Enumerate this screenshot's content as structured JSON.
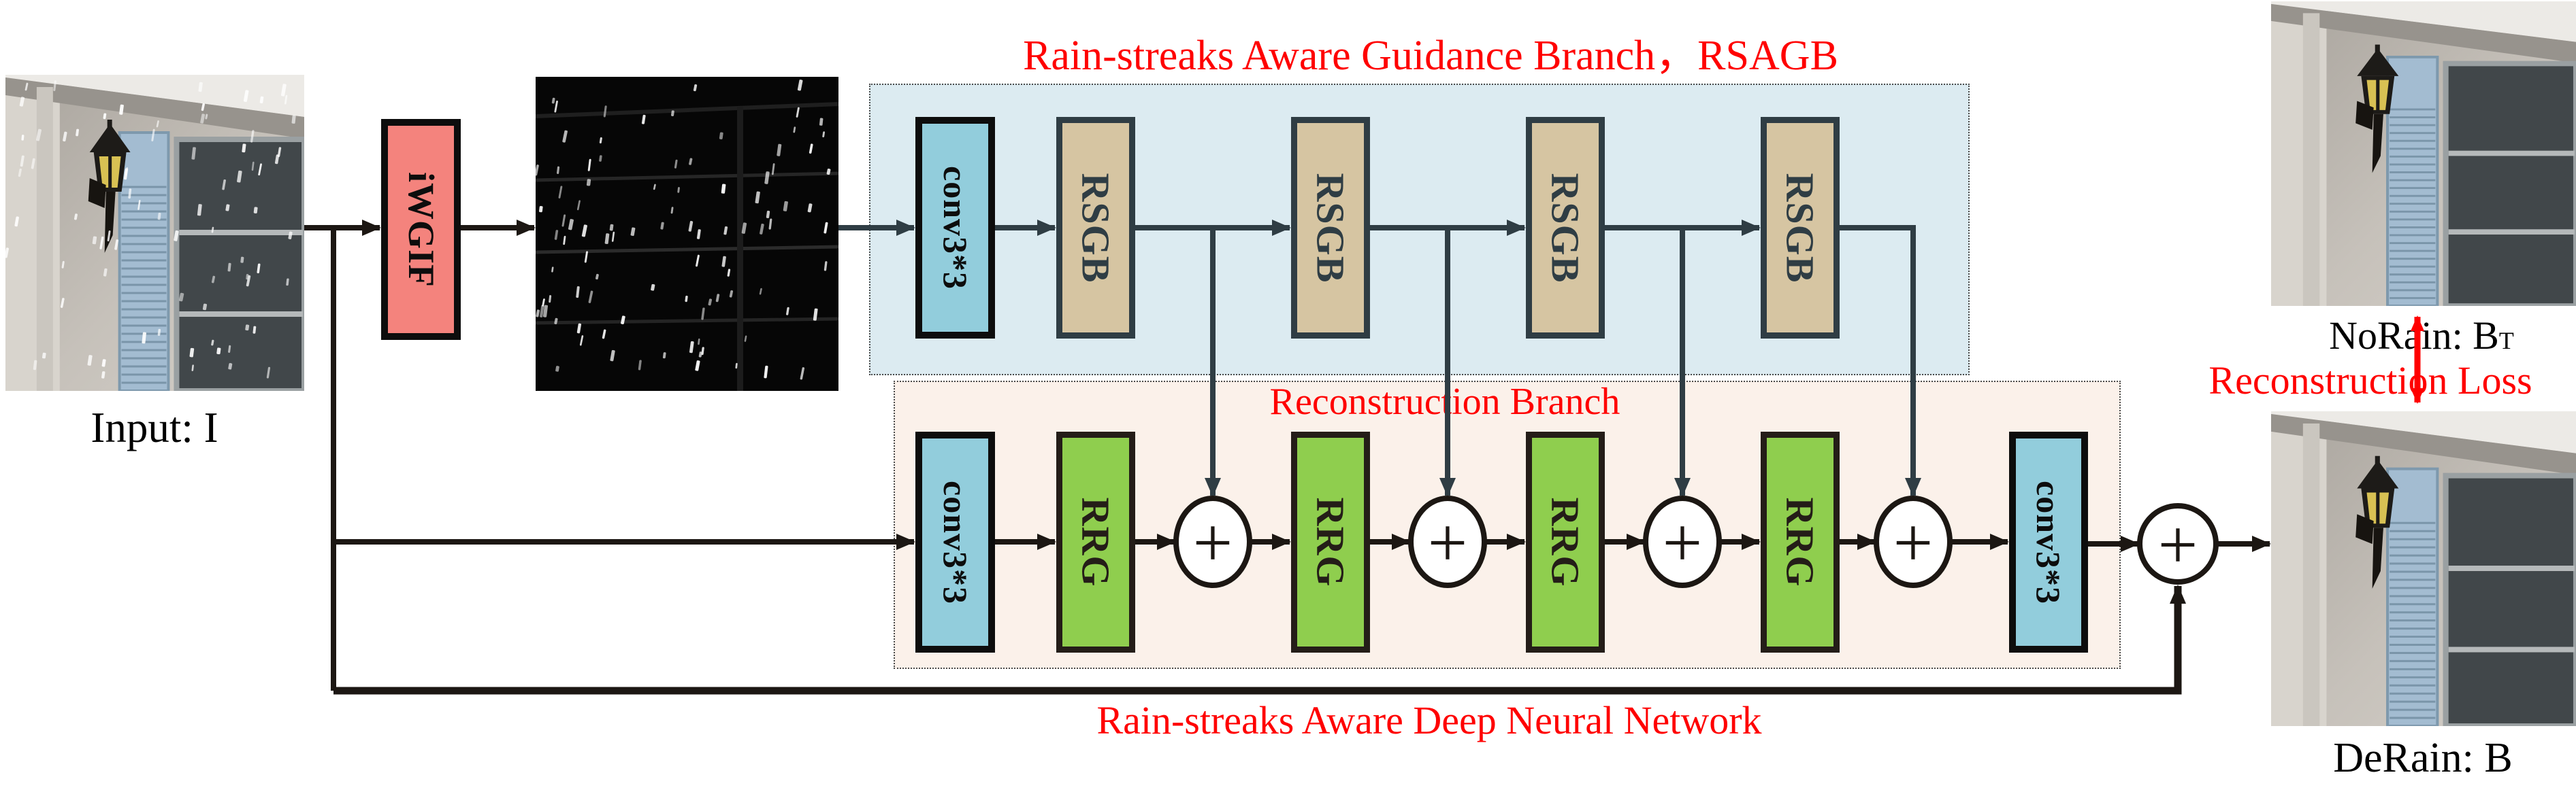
{
  "figure": {
    "titles": {
      "guidance_branch": "Rain-streaks Aware Guidance Branch，RSAGB",
      "reconstruction_branch": "Reconstruction Branch",
      "network": "Rain-streaks Aware Deep Neural Network"
    },
    "nodes": {
      "iwgif": "iWGIF",
      "conv": "conv3*3",
      "rsgb": "RSGB",
      "rrg": "RRG",
      "plus": "+"
    },
    "captions": {
      "input": "Input: I",
      "norain": "NoRain: B",
      "norain_sub": "T",
      "loss": "Reconstruction Loss",
      "derain": "DeRain: B"
    },
    "colors": {
      "accent_red": "#ff0000",
      "iwgif_fill": "#f4837d",
      "conv_fill": "#92cddc",
      "rsgb_fill": "#d6c5a2",
      "rrg_fill": "#8fce4e",
      "guidance_region_fill": "#dcebf1",
      "reconstruction_region_fill": "#fbf1ea",
      "guidance_stroke": "#2f3d44",
      "reconstruction_stroke": "#1c1713"
    }
  }
}
